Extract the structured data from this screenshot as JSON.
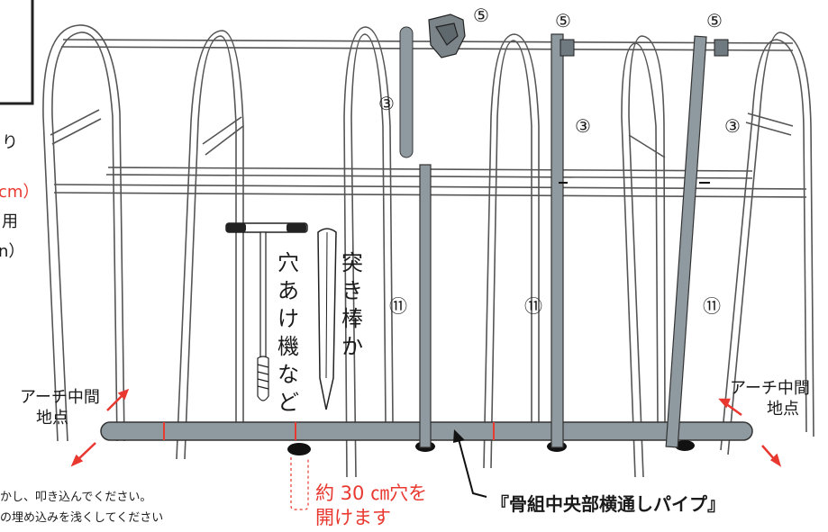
{
  "labels": {
    "num3": "③",
    "num5": "⑤",
    "num11": "⑪",
    "poker_vertical": [
      "突",
      "き",
      "棒",
      "か"
    ],
    "driller_vertical": [
      "穴",
      "あ",
      "け",
      "機",
      "な",
      "ど"
    ],
    "arch_mid_left_1": "アーチ中間",
    "arch_mid_left_2": "地点",
    "arch_mid_right_1": "アーチ中間",
    "arch_mid_right_2": "地点",
    "hole_line_1": "約 30 ㎝穴を",
    "hole_line_2": "開けます",
    "pipe_title": "『骨組中央部横通しパイプ』",
    "left_partial_1": "り",
    "left_partial_2": "cm）",
    "left_partial_3": "用",
    "left_partial_4": "n）",
    "bottom_note_1": "かし、叩き込んでください。",
    "bottom_note_2": "の埋め込みを浅くしてください"
  },
  "colors": {
    "pole": "#8f9aa0",
    "pole_dark": "#6f7a80",
    "frame": "#555555",
    "accent_red": "#e8382f",
    "text": "#1a1a1a"
  }
}
